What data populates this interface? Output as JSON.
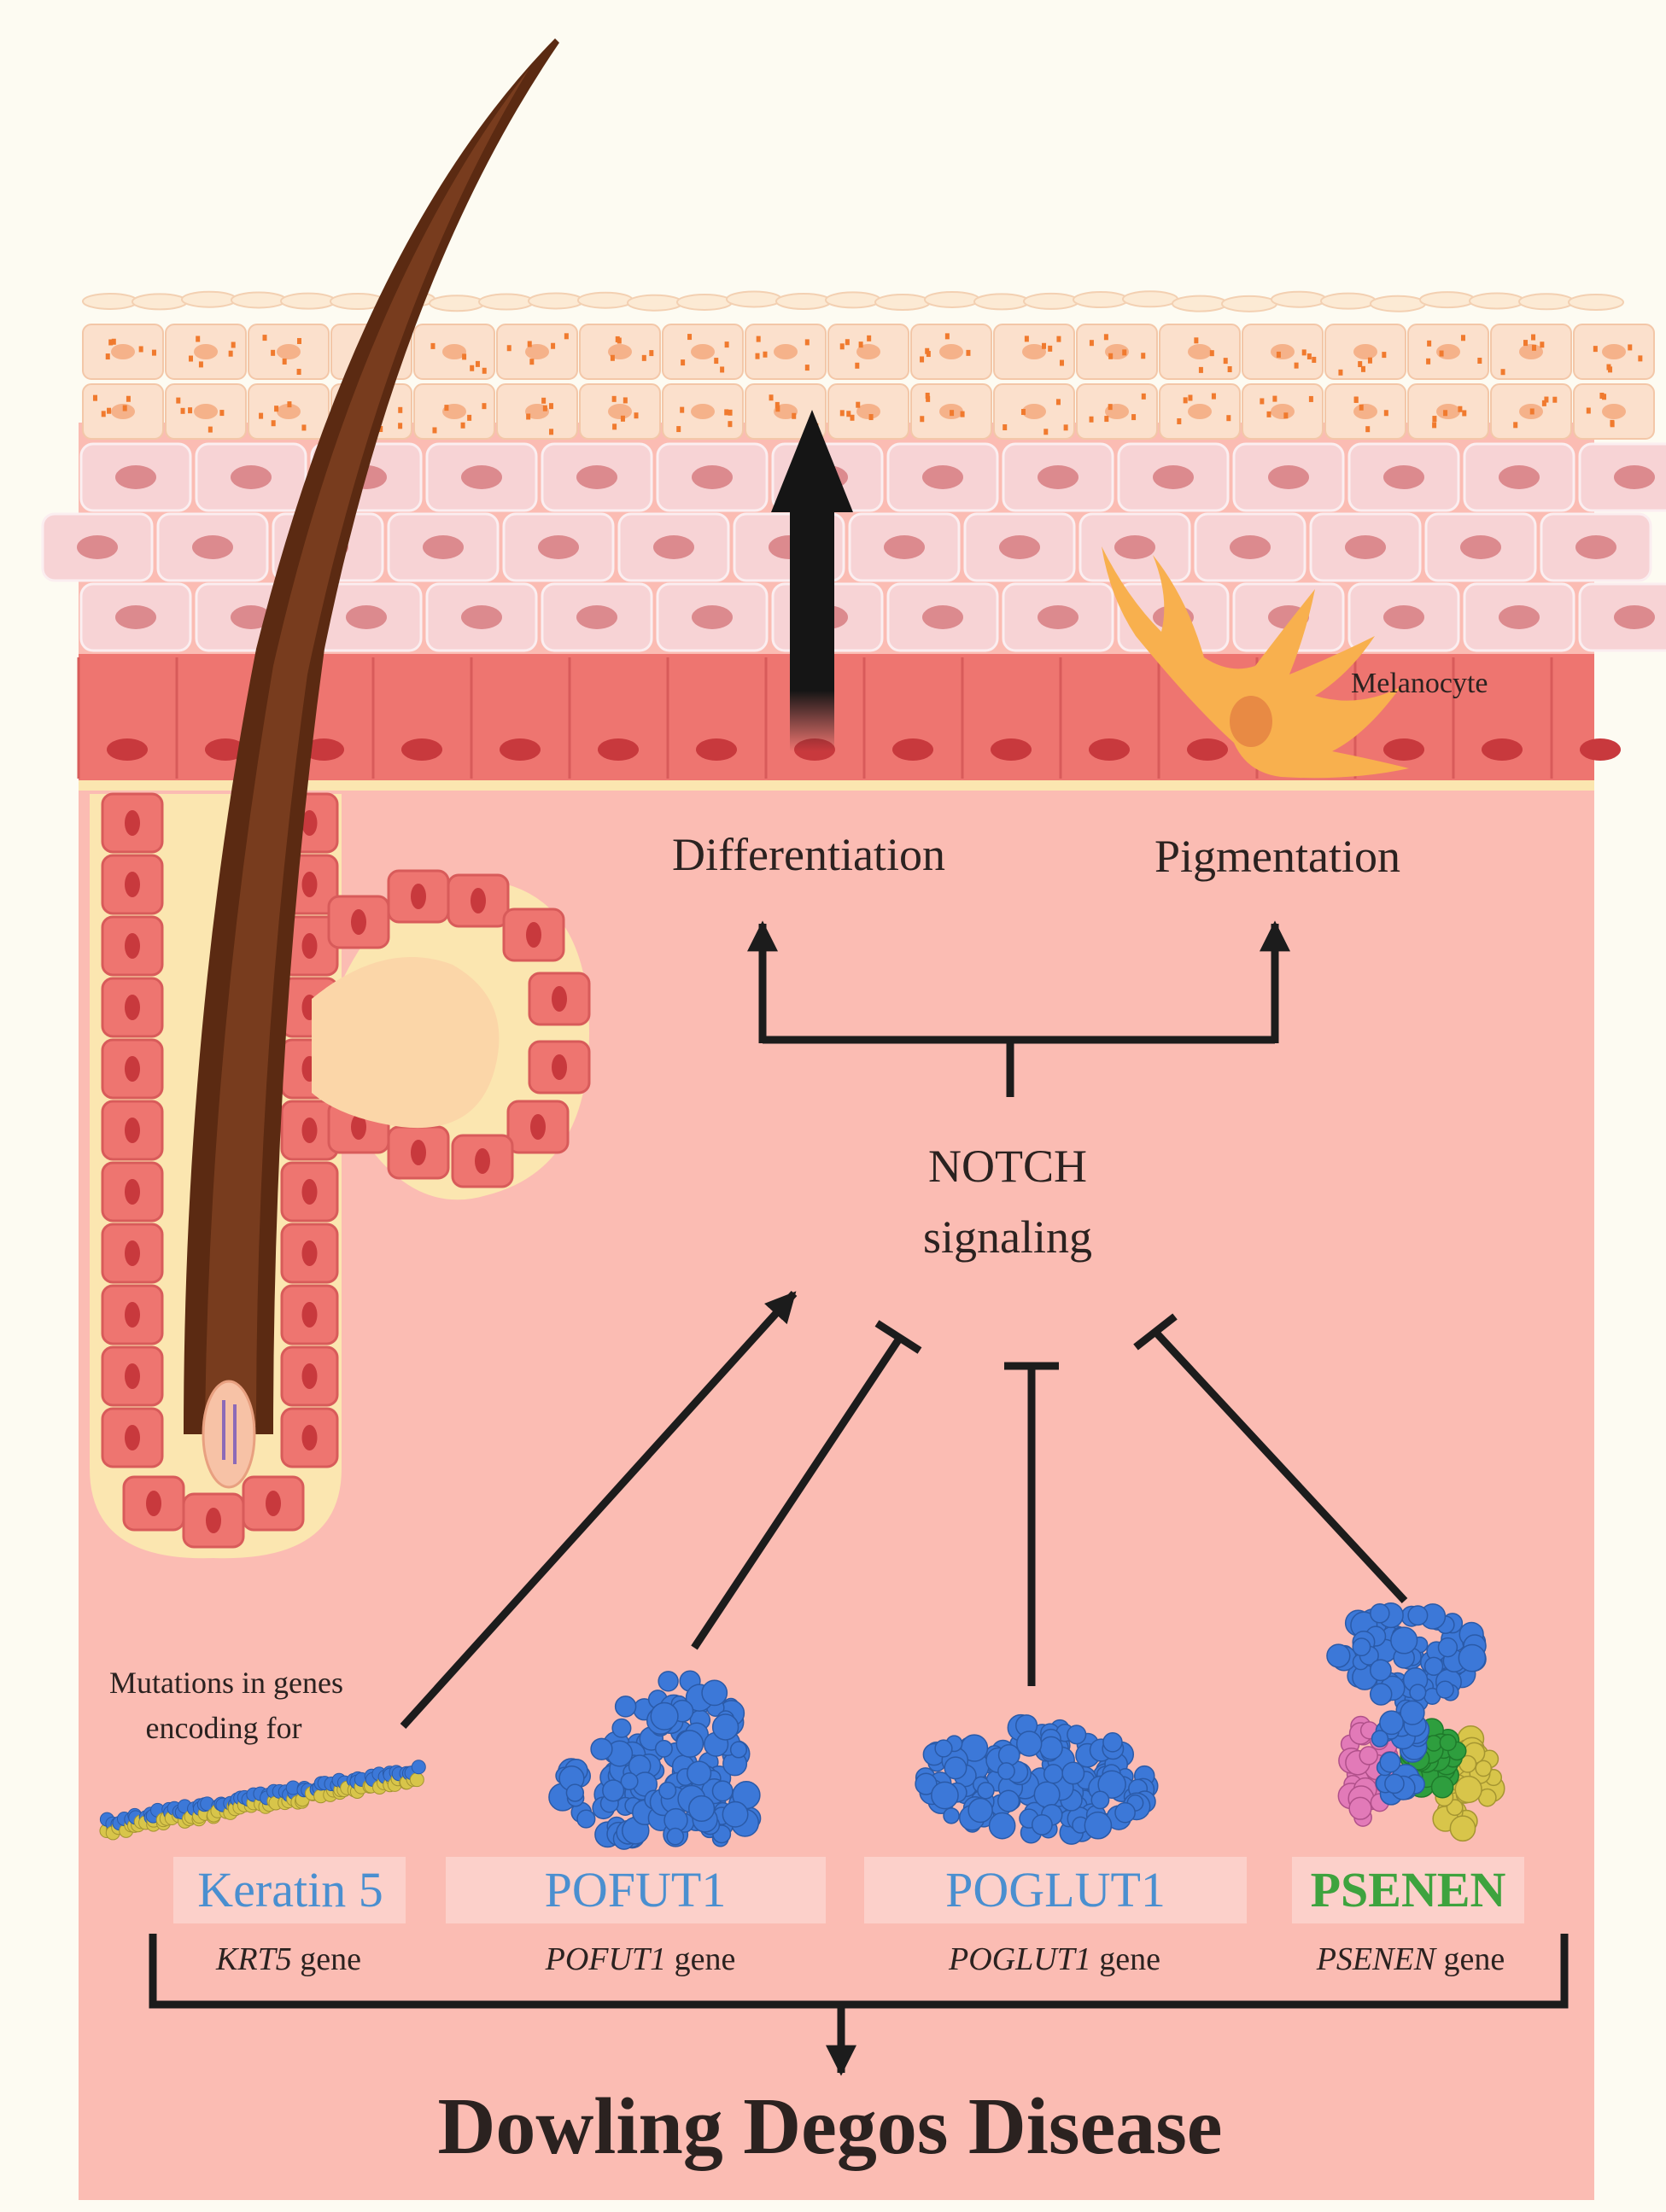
{
  "labels": {
    "melanocyte": "Melanocyte",
    "differentiation": "Differentiation",
    "pigmentation": "Pigmentation",
    "notch_line1": "NOTCH",
    "notch_line2": "signaling",
    "mutations_line1": "Mutations in genes",
    "mutations_line2": "encoding for",
    "disease": "Dowling Degos Disease"
  },
  "proteins": [
    {
      "name": "Keratin 5",
      "gene_symbol": "KRT5",
      "gene_suffix": " gene",
      "color": "#4a8fd0"
    },
    {
      "name": "POFUT1",
      "gene_symbol": "POFUT1",
      "gene_suffix": " gene",
      "color": "#4a8fd0"
    },
    {
      "name": "POGLUT1",
      "gene_symbol": "POGLUT1",
      "gene_suffix": " gene",
      "color": "#4a8fd0"
    },
    {
      "name": "PSENEN",
      "gene_symbol": "PSENEN",
      "gene_suffix": " gene",
      "color": "#3ea33e"
    }
  ],
  "colors": {
    "background": "#fdfbf2",
    "dermis": "#fbbcb3",
    "basal_layer": "#ee7570",
    "spinous_cell": "#f7d3d5",
    "granular_cell": "#fbe0cc",
    "melanin": "#f07a2e",
    "melanocyte": "#f8b04e",
    "hair": "#5b2a12",
    "protein_blue": "#3c78d8",
    "protein_yellow": "#d8c54a",
    "protein_green": "#2e9e3e",
    "protein_pink": "#e27ab8",
    "arrow": "#1c1c1c"
  }
}
